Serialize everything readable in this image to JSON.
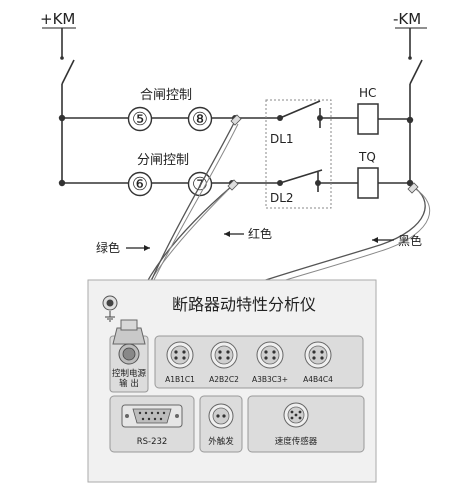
{
  "supply": {
    "positive": "+KM",
    "negative": "-KM"
  },
  "closing": {
    "label": "合闸控制",
    "left_terminal": "⑤",
    "right_terminal": "⑧"
  },
  "opening": {
    "label": "分闸控制",
    "left_terminal": "⑥",
    "right_terminal": "⑦"
  },
  "contacts": {
    "dl1": "DL1",
    "dl2": "DL2"
  },
  "coils": {
    "hc": "HC",
    "tq": "TQ"
  },
  "wires": {
    "green": "绿色",
    "red": "红色",
    "black": "黑色"
  },
  "analyzer": {
    "title": "断路器动特性分析仪",
    "power_output": [
      "控制电源",
      "输  出"
    ],
    "channels": [
      {
        "label": "A1B1C1"
      },
      {
        "label": "A2B2C2"
      },
      {
        "label": "A3B3C3+"
      },
      {
        "label": "A4B4C4"
      }
    ],
    "rs232": "RS-232",
    "external_trigger": "外触发",
    "speed_sensor": "速度传感器"
  },
  "colors": {
    "panel_bg": "#efefef",
    "module_bg": "#dcdcdc",
    "line": "#333333",
    "connector_metal": "#c9c9c9"
  }
}
